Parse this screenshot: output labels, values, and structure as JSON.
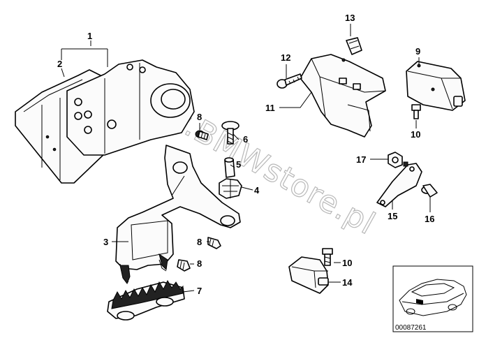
{
  "callouts": {
    "c1": "1",
    "c2": "2",
    "c3": "3",
    "c4": "4",
    "c5": "5",
    "c6": "6",
    "c7": "7",
    "c8a": "8",
    "c8b": "8",
    "c8c": "8",
    "c9": "9",
    "c10a": "10",
    "c10b": "10",
    "c11": "11",
    "c12": "12",
    "c13": "13",
    "c14": "14",
    "c15": "15",
    "c16": "16",
    "c17": "17"
  },
  "watermark": "www.BMWstore.pl",
  "thumbnail": {
    "doc_number": "00087261"
  }
}
